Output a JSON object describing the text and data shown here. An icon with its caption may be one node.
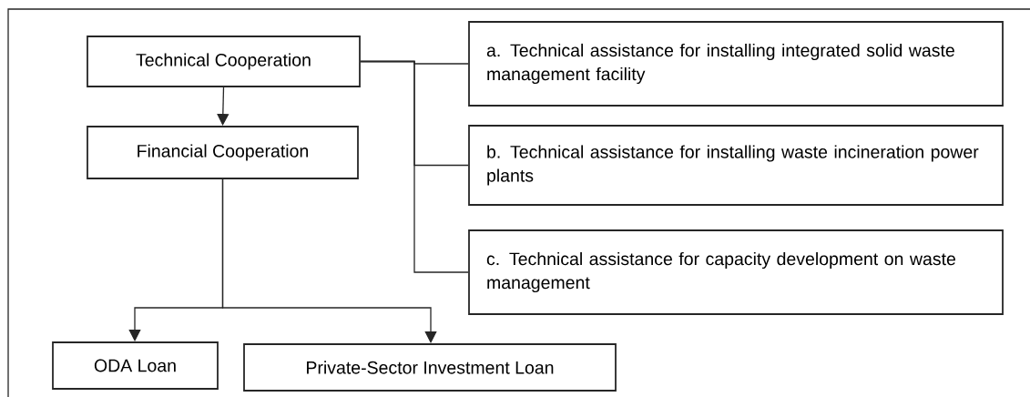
{
  "diagram": {
    "nodes": [
      {
        "text": [
          "Technical Cooperation"
        ]
      },
      {
        "text": [
          "Financial Cooperation"
        ]
      },
      {
        "text": [
          "a. Technical assistance for installing integrated solid waste management facility"
        ]
      },
      {
        "text": [
          "b. Technical assistance for installing waste incineration power plants"
        ]
      },
      {
        "text": [
          "c. Technical assistance for capacity development on waste management"
        ]
      },
      {
        "text": [
          "ODA Loan"
        ]
      },
      {
        "text": [
          "Private-Sector Investment Loan"
        ]
      }
    ],
    "edges": [
      {
        "from": 0,
        "to": 1,
        "arrow": "to"
      },
      {
        "from": 0,
        "to": 2,
        "arrow": "none"
      },
      {
        "from": 0,
        "to": 3,
        "arrow": "none"
      },
      {
        "from": 0,
        "to": 4,
        "arrow": "none"
      },
      {
        "from": 1,
        "to": 5,
        "arrow": "to"
      },
      {
        "from": 1,
        "to": 6,
        "arrow": "to"
      }
    ]
  }
}
